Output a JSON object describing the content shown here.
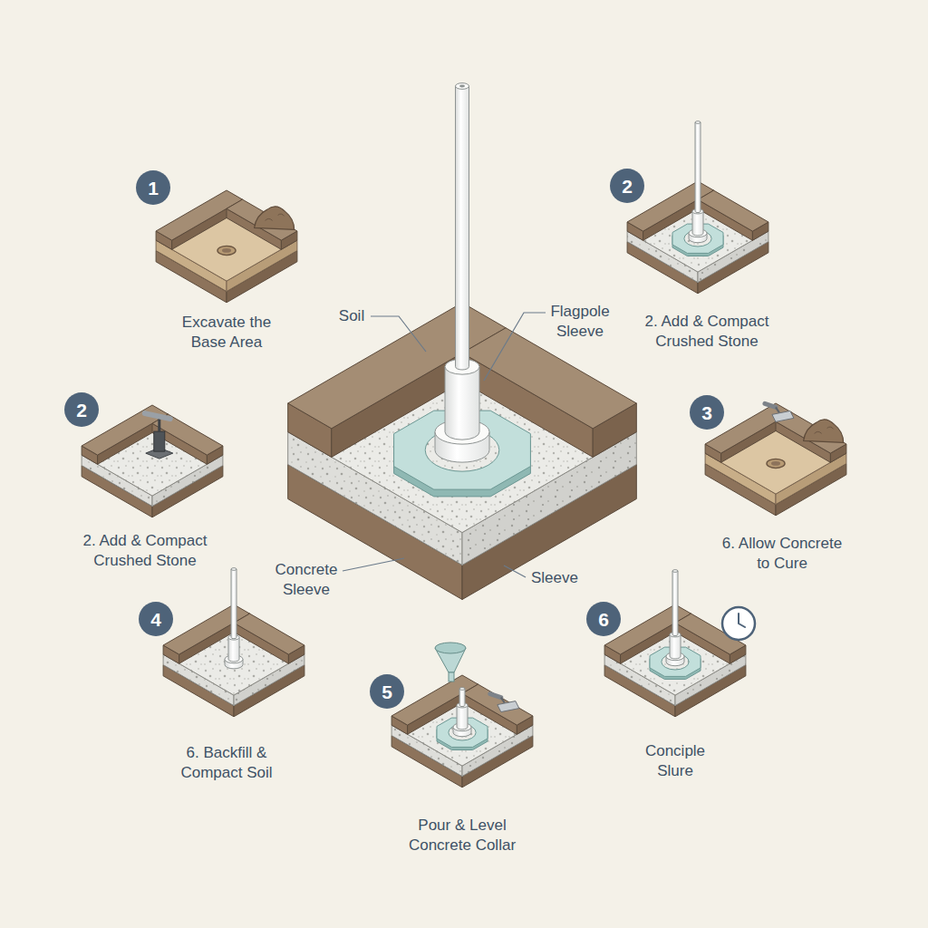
{
  "diagram": {
    "nodes": [
      {
        "text": [
          "1"
        ]
      },
      {
        "text": [
          "2"
        ]
      },
      {
        "text": [
          "2"
        ]
      },
      {
        "text": [
          "3"
        ]
      },
      {
        "text": [
          "4"
        ]
      },
      {
        "text": [
          "6"
        ]
      },
      {
        "text": [
          "5"
        ]
      }
    ],
    "labels": [
      "Soil",
      "Flagpole Sleeve",
      "Excavate the Base Area",
      "2. Add & Compact Crushed Stone",
      "2. Add & Compact Crushed Stone",
      "6. Allow Concrete to Cure",
      "Concrete Sleeve",
      "Sleeve",
      "6. Backfill & Compact Soil",
      "Conciple Slure",
      "Pour & Level Concrete Collar"
    ]
  }
}
